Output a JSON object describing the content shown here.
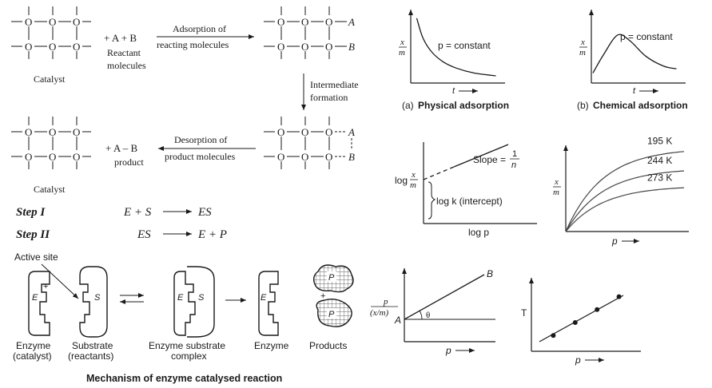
{
  "catalyst_mechanism": {
    "step1_reactants": "+ A + B",
    "reactants_label_line1": "Reactant",
    "reactants_label_line2": "molecules",
    "adsorption_line1": "Adsorption of",
    "adsorption_line2": "reacting molecules",
    "intermediate_line1": "Intermediate",
    "intermediate_line2": "formation",
    "desorption_line1": "Desorption of",
    "desorption_line2": "product molecules",
    "product_formula": "+ A – B",
    "product_label": "product",
    "catalyst_label": "Catalyst",
    "atom_label": "O",
    "atom_a": "A",
    "atom_b": "B"
  },
  "steps": {
    "step1_label": "Step I",
    "step1_eq_left": "E + S",
    "step1_eq_right": "ES",
    "step2_label": "Step II",
    "step2_eq_left": "ES",
    "step2_eq_right": "E + P"
  },
  "enzyme": {
    "active_site": "Active site",
    "enzyme_line1": "Enzyme",
    "enzyme_line2": "(catalyst)",
    "substrate_line1": "Substrate",
    "substrate_line2": "(reactants)",
    "complex_line1": "Enzyme substrate",
    "complex_line2": "complex",
    "enzyme_only": "Enzyme",
    "products": "Products",
    "caption": "Mechanism of enzyme catalysed reaction",
    "label_e": "E",
    "label_s": "S",
    "label_p": "P",
    "plus": "+"
  },
  "charts": {
    "physical": {
      "y_num": "x",
      "y_den": "m",
      "x_label": "t",
      "note": "p = constant",
      "caption_letter": "(a)",
      "caption_text": "Physical adsorption",
      "curve": [
        [
          0.05,
          0.9
        ],
        [
          0.12,
          0.62
        ],
        [
          0.22,
          0.42
        ],
        [
          0.35,
          0.28
        ],
        [
          0.5,
          0.19
        ],
        [
          0.7,
          0.12
        ],
        [
          0.95,
          0.08
        ]
      ]
    },
    "chemical": {
      "y_num": "x",
      "y_den": "m",
      "x_label": "t",
      "note": "p = constant",
      "caption_letter": "(b)",
      "caption_text": "Chemical adsorption",
      "curve": [
        [
          0.0,
          0.12
        ],
        [
          0.12,
          0.38
        ],
        [
          0.28,
          0.66
        ],
        [
          0.42,
          0.58
        ],
        [
          0.6,
          0.36
        ],
        [
          0.8,
          0.22
        ],
        [
          0.95,
          0.18
        ]
      ]
    },
    "freundlich": {
      "y_label_prefix": "log",
      "y_num": "x",
      "y_den": "m",
      "x_label": "log p",
      "slope_label": "Slope =",
      "slope_num": "1",
      "slope_den": "n",
      "intercept_label": "log k  (intercept)",
      "intercept_k": "k"
    },
    "isotherms": {
      "y_num": "x",
      "y_den": "m",
      "x_label": "p",
      "series": [
        {
          "name": "195 K",
          "level": 0.95
        },
        {
          "name": "244 K",
          "level": 0.72
        },
        {
          "name": "273 K",
          "level": 0.52
        }
      ]
    },
    "langmuir": {
      "y_num": "p",
      "y_den": "(x/m)",
      "x_label": "p",
      "point_a": "A",
      "point_b": "B",
      "angle": "θ"
    },
    "linear": {
      "y_label": "T",
      "x_label": "p",
      "points": [
        [
          0.2,
          0.22
        ],
        [
          0.4,
          0.4
        ],
        [
          0.6,
          0.58
        ],
        [
          0.8,
          0.76
        ]
      ]
    }
  }
}
